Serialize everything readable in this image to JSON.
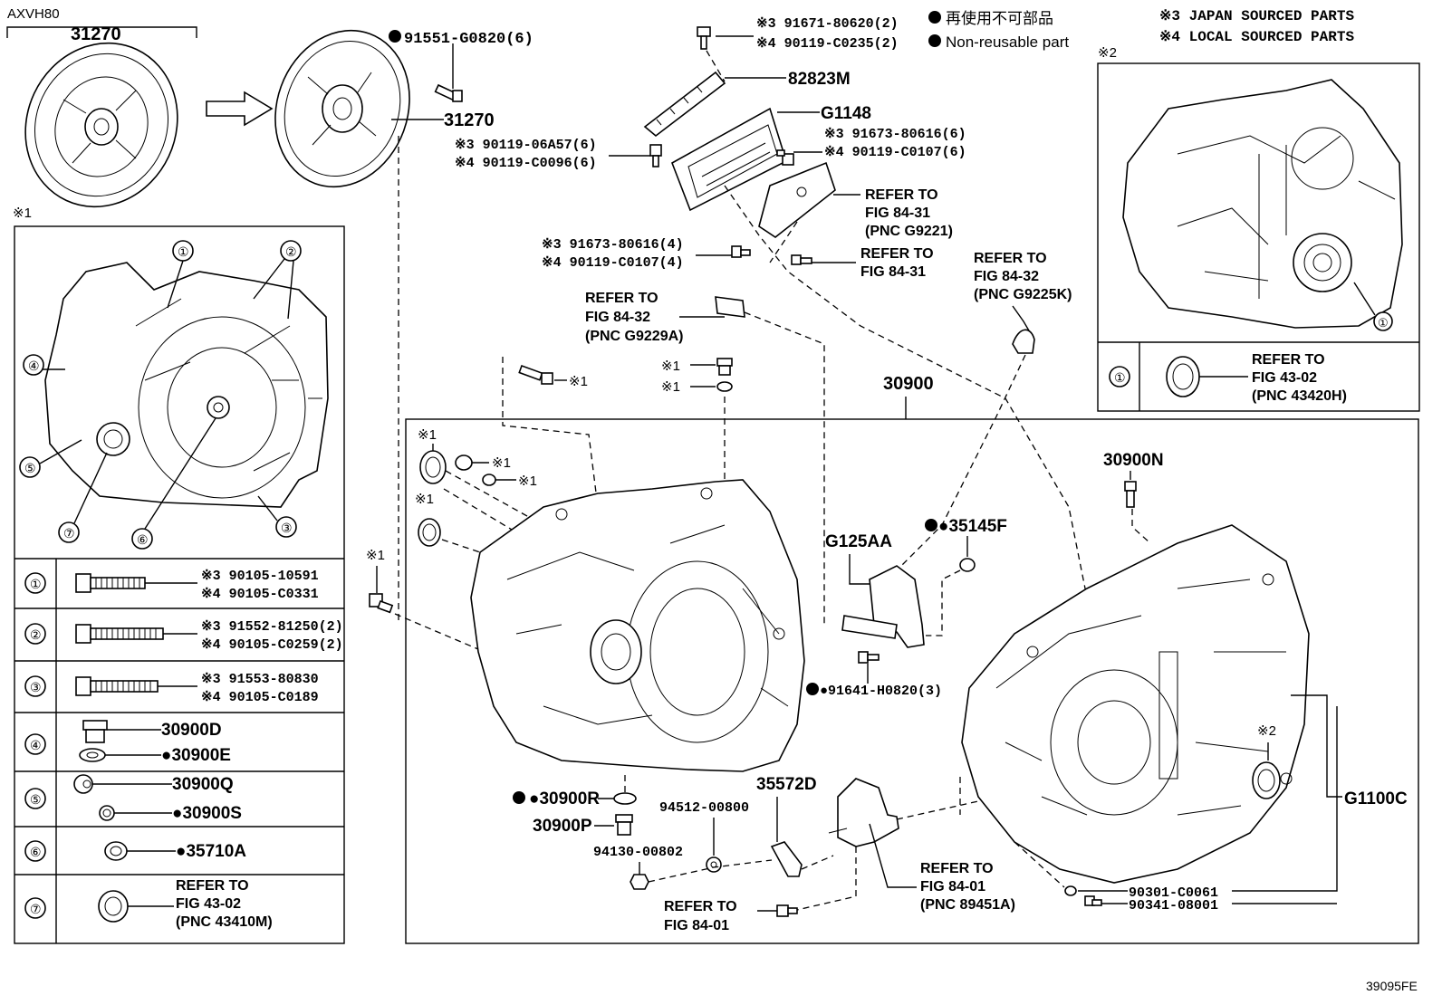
{
  "model": "AXVH80",
  "figure_code": "39095FE",
  "legend": {
    "jp_label": "再使用不可部品",
    "en_label": "Non-reusable part",
    "japan_sourced": "※3 JAPAN SOURCED PARTS",
    "local_sourced": "※4 LOCAL SOURCED PARTS"
  },
  "box_marks": {
    "box1": "※1",
    "box2": "※2"
  },
  "top_left": {
    "ref": "31270"
  },
  "clutch": {
    "disc_ref": "31270",
    "bolt": "91551-G0820(6)"
  },
  "top_center": {
    "bolt_a3": "※3 91671-80620(2)",
    "bolt_a4": "※4 90119-C0235(2)",
    "bracket": "82823M",
    "ecu": "G1148",
    "bolt_b3": "※3 90119-06A57(6)",
    "bolt_b4": "※4 90119-C0096(6)",
    "bolt_c3": "※3 91673-80616(6)",
    "bolt_c4": "※4 90119-C0107(6)",
    "bolt_d3": "※3 91673-80616(4)",
    "bolt_d4": "※4 90119-C0107(4)",
    "refer_a": [
      "REFER TO",
      "FIG 84-31",
      "(PNC G9221)"
    ],
    "refer_b": [
      "REFER TO",
      "FIG 84-31"
    ],
    "refer_c": [
      "REFER TO",
      "FIG 84-32",
      "(PNC G9225K)"
    ],
    "refer_d": [
      "REFER TO",
      "FIG 84-32",
      "(PNC G9229A)"
    ]
  },
  "box1_table": [
    {
      "n": "①",
      "line1": "※3 90105-10591",
      "line2": "※4 90105-C0331"
    },
    {
      "n": "②",
      "line1": "※3 91552-81250(2)",
      "line2": "※4 90105-C0259(2)"
    },
    {
      "n": "③",
      "line1": "※3 91553-80830",
      "line2": "※4 90105-C0189"
    },
    {
      "n": "④",
      "line1": "30900D",
      "line2": "●30900E"
    },
    {
      "n": "⑤",
      "line1": "30900Q",
      "line2": "●30900S"
    },
    {
      "n": "⑥",
      "line1": "●35710A",
      "line2": ""
    },
    {
      "n": "⑦",
      "line1": "REFER TO",
      "line2": "FIG 43-02",
      "line3": "(PNC 43410M)"
    }
  ],
  "box1_callouts": [
    "①",
    "②",
    "③",
    "④",
    "⑤",
    "⑥",
    "⑦"
  ],
  "box2_table": {
    "n": "①",
    "line1": "REFER TO",
    "line2": "FIG 43-02",
    "line3": "(PNC 43420H)"
  },
  "box2_callout": "①",
  "main": {
    "assy": "30900",
    "plug_n": "30900N",
    "sensor": "G125AA",
    "oring": "●35145F",
    "bolt_h": "●91641-H0820(3)",
    "gasket_r": "●30900R",
    "plug_p": "30900P",
    "washer": "94512-00800",
    "nut": "94130-00802",
    "clamp": "35572D",
    "refer_e": [
      "REFER TO",
      "FIG 84-01",
      "(PNC 89451A)"
    ],
    "refer_f": [
      "REFER TO",
      "FIG 84-01"
    ],
    "bolt_e": "90301-C0061",
    "bolt_f": "90341-08001",
    "case": "G1100C",
    "mark1": "※1",
    "mark2": "※2"
  }
}
